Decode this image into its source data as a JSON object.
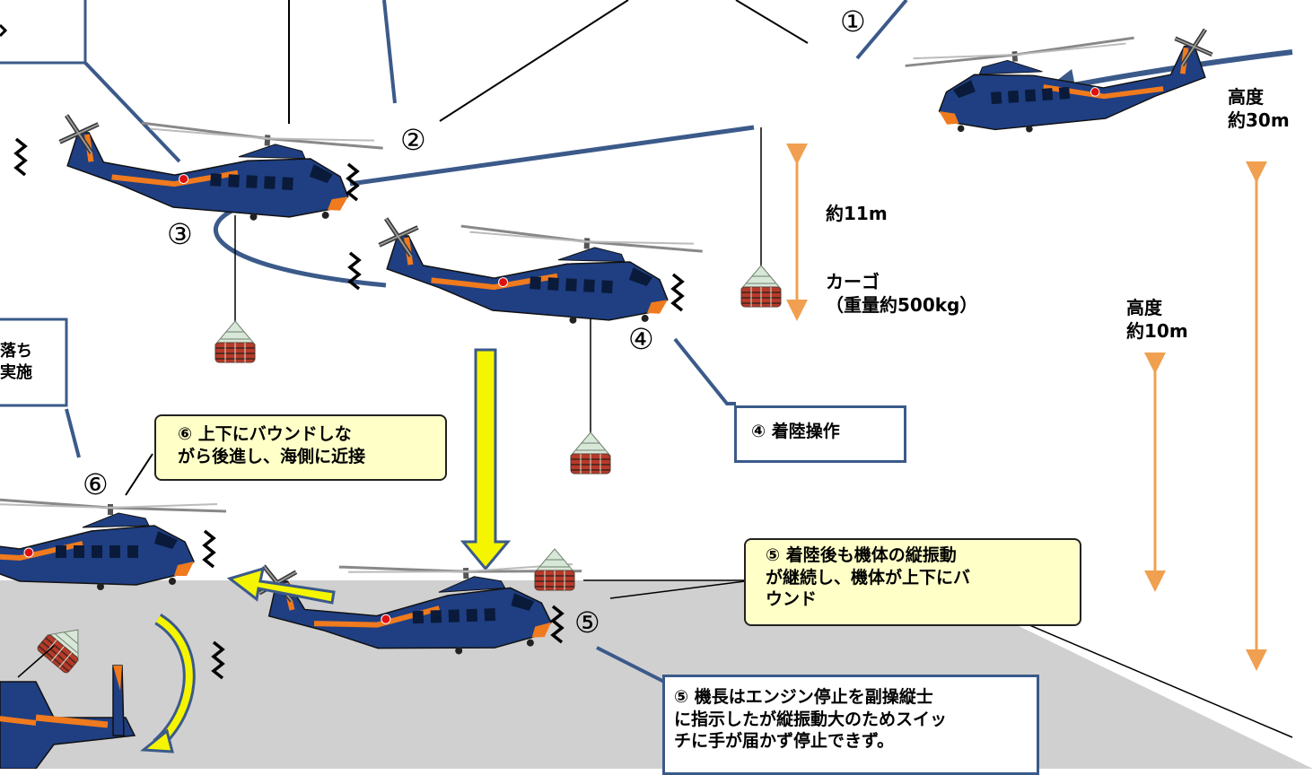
{
  "labels": {
    "alt30_line1": "高度",
    "alt30_line2": "約30m",
    "alt10_line1": "高度",
    "alt10_line2": "約10m",
    "sling_length": "約11m",
    "cargo_line1": "カーゴ",
    "cargo_line2": "（重量約500kg）"
  },
  "step_markers": [
    "①",
    "②",
    "③",
    "④",
    "⑤",
    "⑥"
  ],
  "callouts": {
    "landing_op": "④ 着陸操作",
    "bounce_back": [
      "⑥ 上下にバウンドしな",
      "がら後進し、海側に近接"
    ],
    "vibration_continues": [
      "⑤ 着陸後も機体の縦振動",
      "が継続し、機体が上下にバ",
      "ウンド"
    ],
    "engine_stop": [
      "⑤ 機長はエンジン停止を副操縦士",
      "に指示したが縦振動大のためスイッ",
      "チに手が届かず停止できず。"
    ],
    "left_partial": [
      "落ち",
      "実施"
    ]
  },
  "colors": {
    "helicopter_body": "#1f3f82",
    "helicopter_stripe": "#f07a1e",
    "callout_border": "#3b5a8a",
    "callout_yellow_bg": "#ffffc8",
    "altitude_arrow": "#f0a050",
    "motion_arrow_yellow": "#f5f500",
    "ground": "#d0d0d0",
    "cargo": "#c0392b"
  },
  "icons": [
    "helicopter-icon",
    "cargo-net-icon",
    "vibration-zigzag-icon"
  ]
}
